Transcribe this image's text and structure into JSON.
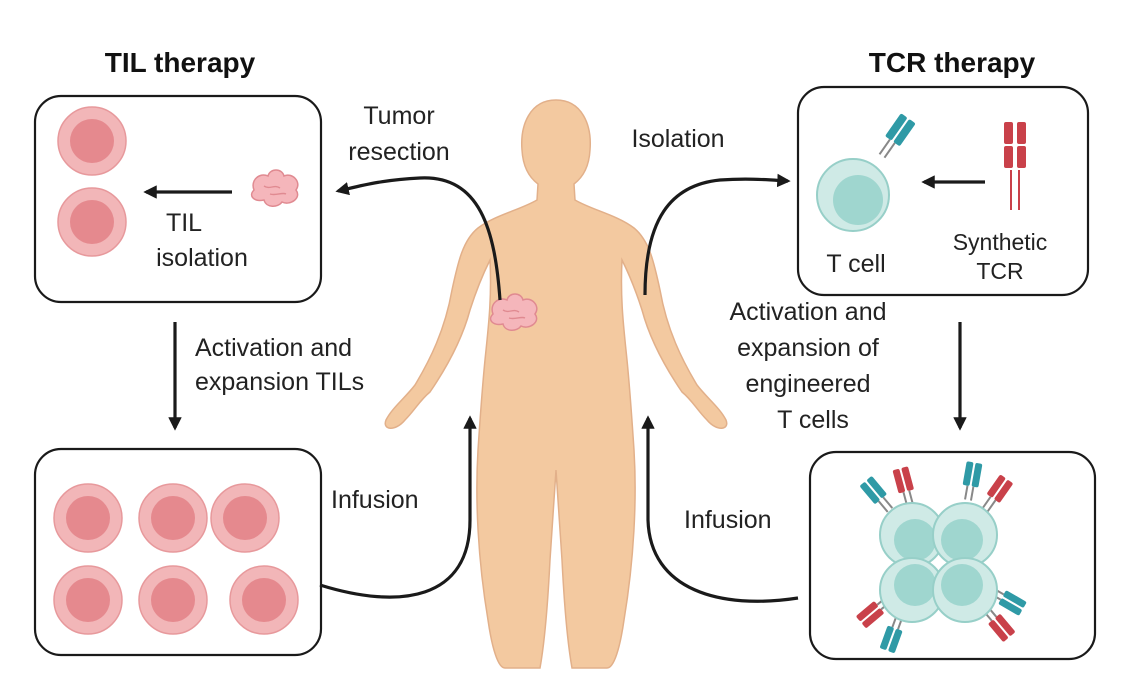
{
  "til": {
    "title": "TIL therapy",
    "isolation_label_line1": "TIL",
    "isolation_label_line2": "isolation",
    "activation_line1": "Activation and",
    "activation_line2": "expansion TILs",
    "infusion_label": "Infusion"
  },
  "tcr": {
    "title": "TCR therapy",
    "tcell_label": "T cell",
    "synthetic_line1": "Synthetic",
    "synthetic_line2": "TCR",
    "activation_line1": "Activation and",
    "activation_line2": "expansion of",
    "activation_line3": "engineered",
    "activation_line4": "T cells",
    "infusion_label": "Infusion"
  },
  "center": {
    "tumor_line1": "Tumor",
    "tumor_line2": "resection",
    "isolation_label": "Isolation"
  },
  "colors": {
    "til_cell": "#f2b6b8",
    "t_cell": "#cfeae6",
    "tcr_teal": "#2f9aa6",
    "tcr_red": "#c9414a",
    "body_skin": "#f3c9a0"
  },
  "icons": [
    "til-cell-icon",
    "t-cell-icon",
    "tcr-receptor-icon",
    "tumor-icon",
    "human-body-icon",
    "arrow-icon"
  ]
}
